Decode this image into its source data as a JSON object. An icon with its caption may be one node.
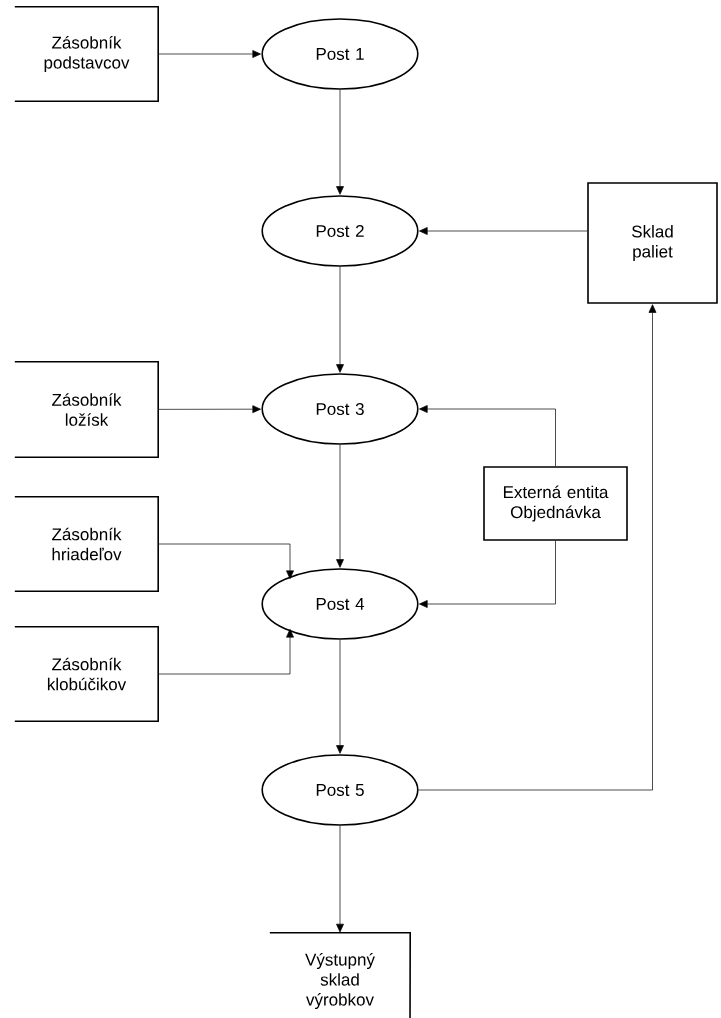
{
  "diagram": {
    "nodes": [
      {
        "text": [
          "Zásobník podstavcov"
        ]
      },
      {
        "text": [
          "Post 1"
        ]
      },
      {
        "text": [
          "Post 2"
        ]
      },
      {
        "text": [
          "Sklad paliet"
        ]
      },
      {
        "text": [
          "Zásobník ložísk"
        ]
      },
      {
        "text": [
          "Post 3"
        ]
      },
      {
        "text": [
          "Externá entita Objednávka"
        ]
      },
      {
        "text": [
          "Zásobník hriadeľov"
        ]
      },
      {
        "text": [
          "Post 4"
        ]
      },
      {
        "text": [
          "Zásobník klobúčikov"
        ]
      },
      {
        "text": [
          "Post 5"
        ]
      },
      {
        "text": [
          "Výstupný sklad výrobkov"
        ]
      }
    ],
    "edges": [
      {
        "from": 0,
        "to": 1,
        "arrow": "to"
      },
      {
        "from": 1,
        "to": 2,
        "arrow": "to"
      },
      {
        "from": 3,
        "to": 2,
        "arrow": "to"
      },
      {
        "from": 2,
        "to": 5,
        "arrow": "to"
      },
      {
        "from": 4,
        "to": 5,
        "arrow": "to"
      },
      {
        "from": 6,
        "to": 5,
        "arrow": "to"
      },
      {
        "from": 5,
        "to": 8,
        "arrow": "to"
      },
      {
        "from": 7,
        "to": 8,
        "arrow": "to"
      },
      {
        "from": 6,
        "to": 8,
        "arrow": "to"
      },
      {
        "from": 9,
        "to": 8,
        "arrow": "to"
      },
      {
        "from": 8,
        "to": 10,
        "arrow": "to"
      },
      {
        "from": 10,
        "to": 3,
        "arrow": "to"
      },
      {
        "from": 10,
        "to": 11,
        "arrow": "to"
      }
    ]
  }
}
